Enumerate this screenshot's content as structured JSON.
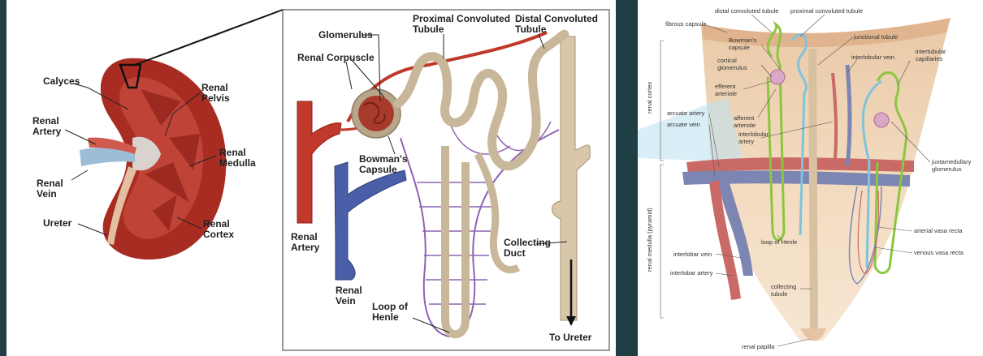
{
  "left_panel": {
    "kidney_labels": {
      "calyces": "Calyces",
      "renal_pelvis": "Renal\nPelvis",
      "renal_artery": "Renal\nArtery",
      "renal_medulla": "Renal\nMedulla",
      "renal_vein": "Renal\nVein",
      "ureter": "Ureter",
      "renal_cortex": "Renal\nCortex"
    },
    "nephron_labels": {
      "glomerulus": "Glomerulus",
      "renal_corpuscle": "Renal Corpuscle",
      "proximal_convoluted_tubule": "Proximal Convoluted\nTubule",
      "distal_convoluted_tubule": "Distal Convoluted\nTubule",
      "bowmans_capsule": "Bowman's\nCapsule",
      "renal_artery": "Renal\nArtery",
      "renal_vein": "Renal\nVein",
      "collecting_duct": "Collecting\nDuct",
      "loop_of_henle": "Loop of\nHenle",
      "to_ureter": "To Ureter"
    }
  },
  "right_panel": {
    "labels": {
      "fibrous_capsule": "fibrous capsule",
      "distal_convoluted_tubule": "distal convoluted tubule",
      "proximal_convoluted_tubule": "proximal convoluted tubule",
      "bowmans_capsule": "Bowman's\ncapsule",
      "cortical_glomerulus": "cortical\nglomerulus",
      "efferent_arteriole": "efferent\narteriole",
      "afferent_arteriole": "afferent\narteriole",
      "interlobular_artery": "interlobular\nartery",
      "junctional_tubule": "junctional tubule",
      "interlobular_vein": "interlobular vein",
      "intertubular_capillaries": "intertubular\ncapillaries",
      "arcuate_artery": "arcuate artery",
      "arcuate_vein": "arcuate vein",
      "juxtamedullary_glomerulus": "juxtamedullary\nglomerulus",
      "arterial_vasa_recta": "arterial vasa recta",
      "venous_vasa_recta": "venous vasa recta",
      "loop_of_henle": "loop of Henle",
      "interlobar_vein": "interlobar vein",
      "interlobar_artery": "interlobar artery",
      "collecting_tubule": "collecting\ntubule",
      "renal_papilla": "renal papilla",
      "renal_cortex": "renal cortex",
      "renal_medulla": "renal medulla (pyramid)"
    }
  },
  "colors": {
    "artery": "#c0392b",
    "vein": "#4a5fa8",
    "tubule": "#c9b79a",
    "kidney": "#a82c22",
    "capillary": "#8e63b0",
    "distal_green": "#8cc63f",
    "proximal_blue": "#7fc4dc",
    "panel_bg": "#1f3f44"
  }
}
